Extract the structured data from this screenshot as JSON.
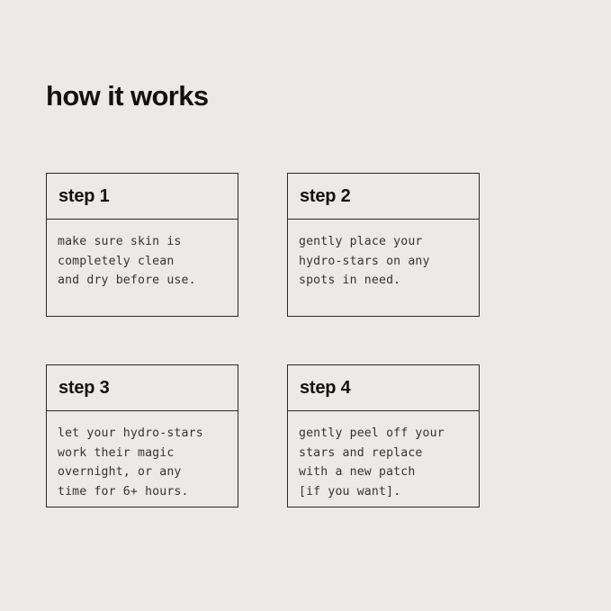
{
  "background_color": "#ece9e9",
  "ink_color": "#14110f",
  "border_color": "#2c2a29",
  "body_text_color": "#37342f",
  "header": {
    "title": "how it works"
  },
  "steps": [
    {
      "title": "step 1",
      "text": "make sure skin is\ncompletely clean\nand dry before use."
    },
    {
      "title": "step 2",
      "text": "gently place your\nhydro-stars on any\nspots in need."
    },
    {
      "title": "step 3",
      "text": "let your hydro-stars\nwork their magic\novernight, or any\ntime for 6+ hours."
    },
    {
      "title": "step 4",
      "text": "gently peel off your\nstars and replace\nwith a new patch\n[if you want]."
    }
  ]
}
